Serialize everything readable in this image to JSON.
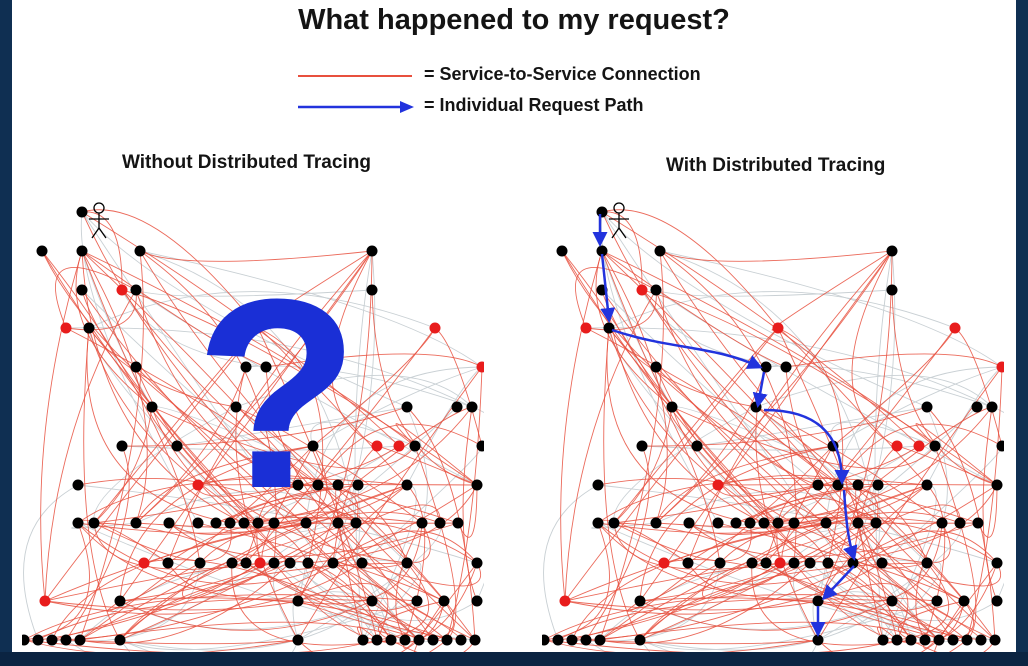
{
  "title": "What happened to my request?",
  "legend": {
    "connection_label": "= Service-to-Service Connection",
    "request_label": "= Individual Request Path",
    "connection_color": "#e8503e",
    "request_color": "#2233dd"
  },
  "panels": {
    "left_title": "Without Distributed Tracing",
    "right_title": "With Distributed Tracing",
    "question_mark": "?",
    "question_color": "#1a2fd6"
  },
  "colors": {
    "node_black": "#000000",
    "node_red": "#e81c1c",
    "edge_red": "#e8503e",
    "edge_gray": "#c9d0d4"
  }
}
